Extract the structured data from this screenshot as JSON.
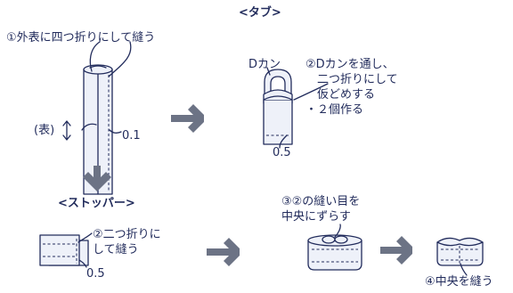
{
  "colors": {
    "ink": "#222c5c",
    "fill": "#eef1f9",
    "arrow": "#6c7385"
  },
  "headings": {
    "tab": "<タブ>",
    "stopper": "<ストッパー>"
  },
  "steps": {
    "tab_step1": "①外表に四つ折りにして縫う",
    "front_label": "(表)",
    "tab_seam": "0.1",
    "d_ring_label": "Dカン",
    "tab_step2": "②Dカンを通し、\n　二つ折りにして\n　仮どめする\n・２個作る",
    "tab_step2_seam": "0.5",
    "stopper_step2": "②二つ折りに\nして縫う",
    "stopper_seam": "0.5",
    "stopper_step3": "③②の縫い目を\n中央にずらす",
    "stopper_step4": "④中央を縫う"
  },
  "icons": [
    "right-arrow-icon",
    "down-arrow-icon",
    "d-ring-icon",
    "double-arrow-icon"
  ]
}
